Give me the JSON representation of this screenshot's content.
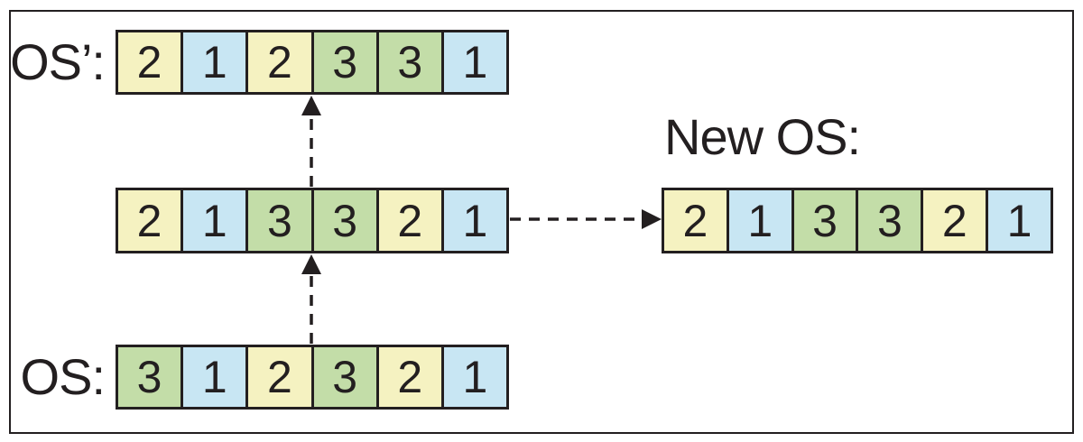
{
  "figure": {
    "palette": {
      "yellow": "#F5F2C1",
      "blue": "#C8E6F3",
      "green": "#C3DDA8",
      "line": "#231F20"
    },
    "rows": {
      "os_prime": {
        "label": "OS’:",
        "cells": [
          {
            "value": "2",
            "color": "yellow"
          },
          {
            "value": "1",
            "color": "blue"
          },
          {
            "value": "2",
            "color": "yellow"
          },
          {
            "value": "3",
            "color": "green"
          },
          {
            "value": "3",
            "color": "green"
          },
          {
            "value": "1",
            "color": "blue"
          }
        ]
      },
      "intermediate": {
        "cells": [
          {
            "value": "2",
            "color": "yellow"
          },
          {
            "value": "1",
            "color": "blue"
          },
          {
            "value": "3",
            "color": "green"
          },
          {
            "value": "3",
            "color": "green"
          },
          {
            "value": "2",
            "color": "yellow"
          },
          {
            "value": "1",
            "color": "blue"
          }
        ]
      },
      "os": {
        "label": "OS:",
        "cells": [
          {
            "value": "3",
            "color": "green"
          },
          {
            "value": "1",
            "color": "blue"
          },
          {
            "value": "2",
            "color": "yellow"
          },
          {
            "value": "3",
            "color": "green"
          },
          {
            "value": "2",
            "color": "yellow"
          },
          {
            "value": "1",
            "color": "blue"
          }
        ]
      },
      "new_os": {
        "label": "New OS:",
        "cells": [
          {
            "value": "2",
            "color": "yellow"
          },
          {
            "value": "1",
            "color": "blue"
          },
          {
            "value": "3",
            "color": "green"
          },
          {
            "value": "3",
            "color": "green"
          },
          {
            "value": "2",
            "color": "yellow"
          },
          {
            "value": "1",
            "color": "blue"
          }
        ]
      }
    }
  }
}
